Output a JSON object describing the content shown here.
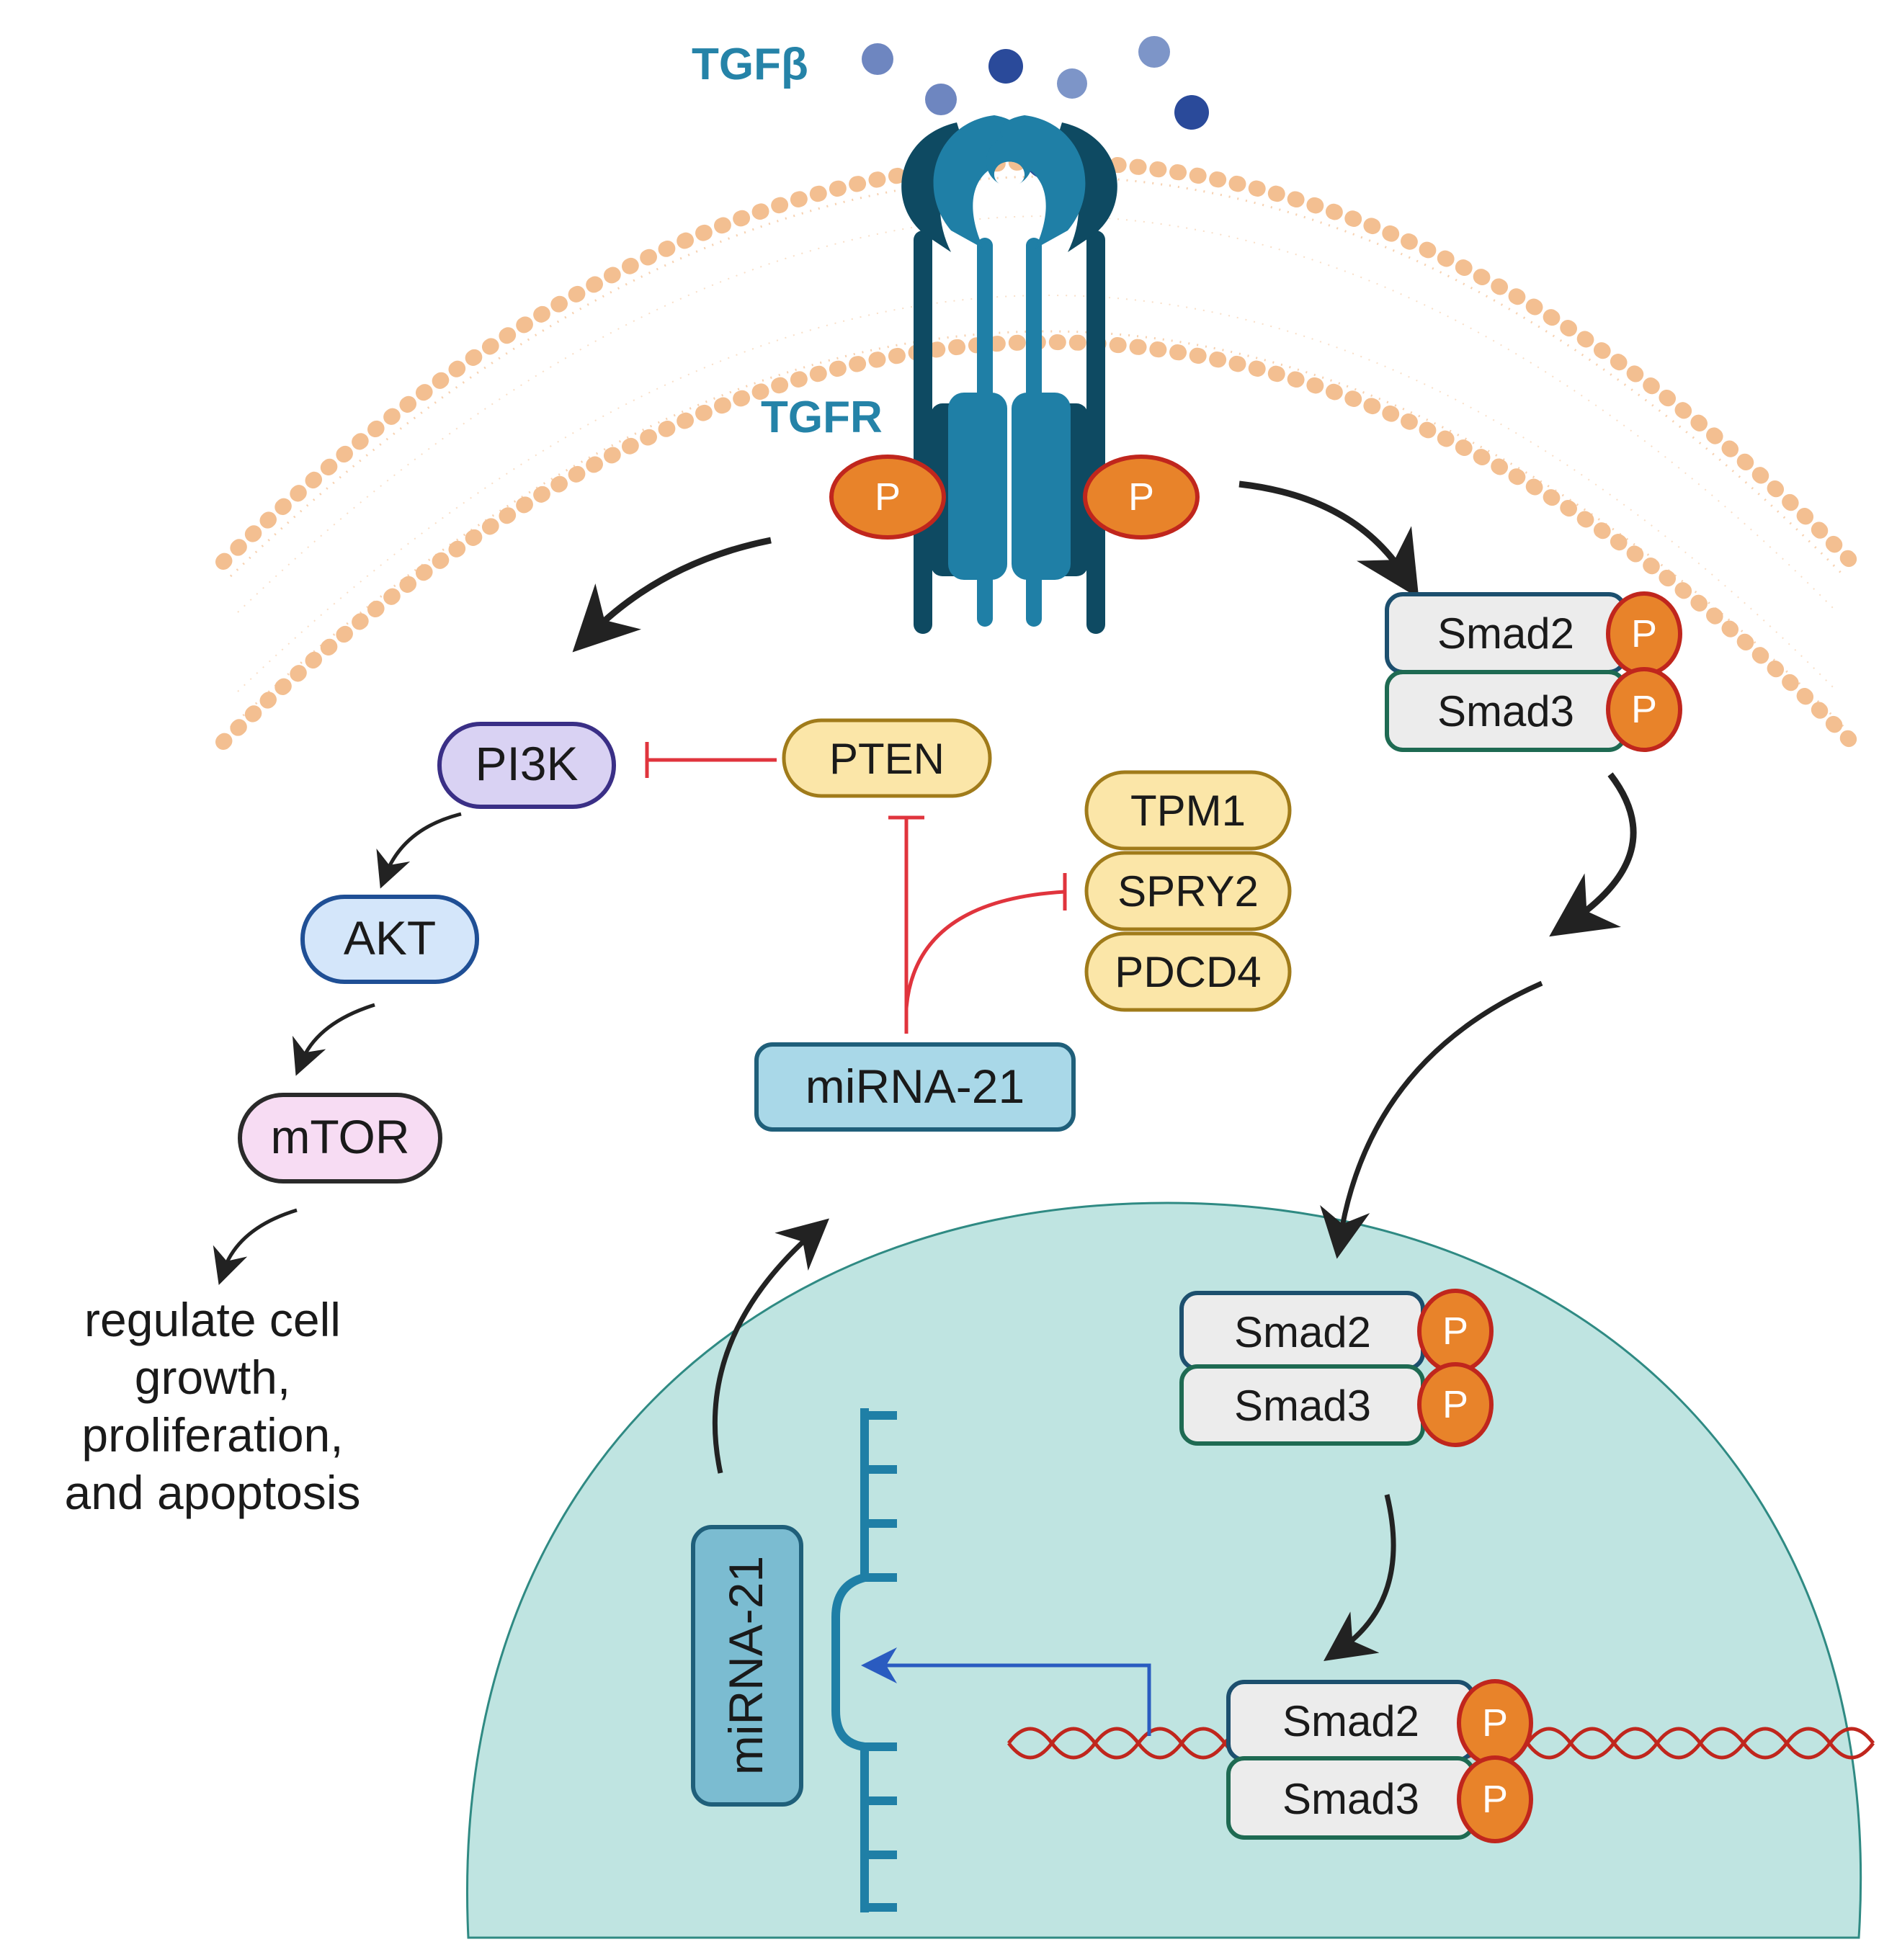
{
  "ligand": {
    "label": "TGFβ",
    "color": "#3d62a8"
  },
  "receptor": {
    "label": "TGFR",
    "phospho": "P",
    "color": "#1f7fa6",
    "dark": "#0e4a62"
  },
  "membrane": {
    "color": "#f6c9a0"
  },
  "nucleus": {
    "color": "#bfe4e1"
  },
  "pi3k_pathway": {
    "pi3k": "PI3K",
    "akt": "AKT",
    "mtor": "mTOR",
    "outcome_lines": [
      "regulate cell",
      "growth,",
      "proliferation,",
      "and apoptosis"
    ]
  },
  "pten": "PTEN",
  "targets": [
    "TPM1",
    "SPRY2",
    "PDCD4"
  ],
  "mirna": {
    "cytoplasm_label": "miRNA-21",
    "gene_label": "miRNA-21"
  },
  "smad_complex": {
    "smad2": "Smad2",
    "smad3": "Smad3",
    "phospho": "P"
  },
  "colors": {
    "phospho_fill": "#e8832a",
    "phospho_stroke": "#c0261d",
    "inhibit": "#e0343d",
    "activation_arrow": "#222222",
    "transcription_arrow": "#2a5bc0",
    "dna": "#c0261d"
  }
}
